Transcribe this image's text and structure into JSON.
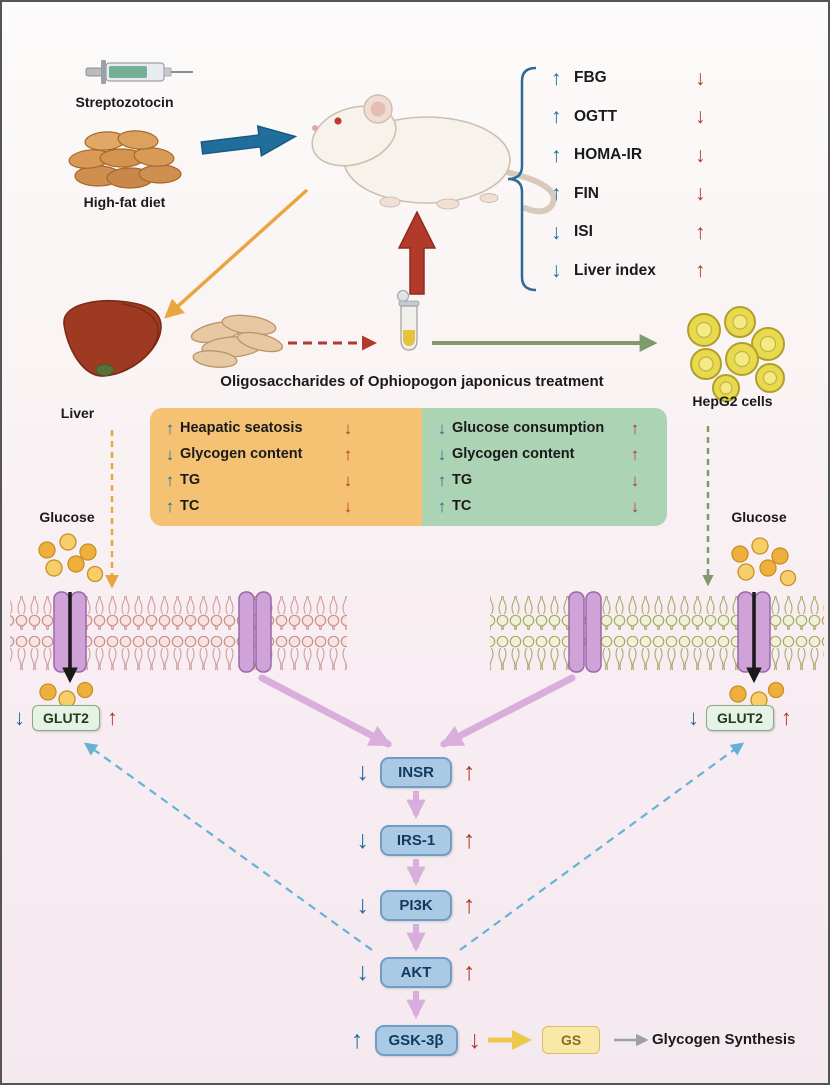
{
  "colors": {
    "increase_model_blue": "#1f6e9c",
    "change_treated_red": "#b23a2b",
    "liver_panel_bg": "#f5c274",
    "hepg2_panel_bg": "#abd3b4",
    "cascade_node_bg": "#a9c9e4",
    "glut2_box_bg": "#e6f2e6",
    "gs_box_bg": "#f8e9a8",
    "signal_arrow_pink": "#d9aedd",
    "feedback_dashed_blue": "#66b1d6",
    "liver_arrow_orange": "#e9a63f",
    "hepg2_arrow_green": "#7d9b6e"
  },
  "icons": {
    "syringe-icon": "svg",
    "high-fat-diet-icon": "svg",
    "mouse-icon": "svg",
    "liver-icon": "svg",
    "ophiopogon-roots-icon": "svg",
    "sample-tube-icon": "svg",
    "hepg2-cells-icon": "svg",
    "lipid-membrane": "svg-pattern",
    "glut2-transporter": "svg",
    "glucose-molecule": "svg-circle"
  },
  "top": {
    "streptozotocin_label": "Streptozotocin",
    "high_fat_label": "High-fat diet"
  },
  "markers": [
    {
      "label": "FBG",
      "model": "↑",
      "treated": "↓"
    },
    {
      "label": "OGTT",
      "model": "↑",
      "treated": "↓"
    },
    {
      "label": "HOMA-IR",
      "model": "↑",
      "treated": "↓"
    },
    {
      "label": "FIN",
      "model": "↑",
      "treated": "↓"
    },
    {
      "label": "ISI",
      "model": "↓",
      "treated": "↑"
    },
    {
      "label": "Liver index",
      "model": "↓",
      "treated": "↑"
    }
  ],
  "middle": {
    "treatment_caption": "Oligosaccharides of Ophiopogon japonicus treatment",
    "liver_label": "Liver",
    "hepg2_label": "HepG2 cells"
  },
  "liver_panel": {
    "rows": [
      {
        "label": "Heapatic seatosis",
        "model": "↑",
        "treated": "↓"
      },
      {
        "label": "Glycogen content",
        "model": "↓",
        "treated": "↑"
      },
      {
        "label": "TG",
        "model": "↑",
        "treated": "↓"
      },
      {
        "label": "TC",
        "model": "↑",
        "treated": "↓"
      }
    ]
  },
  "hepg2_panel": {
    "rows": [
      {
        "label": "Glucose consumption",
        "model": "↓",
        "treated": "↑"
      },
      {
        "label": "Glycogen content",
        "model": "↓",
        "treated": "↑"
      },
      {
        "label": "TG",
        "model": "↑",
        "treated": "↓"
      },
      {
        "label": "TC",
        "model": "↑",
        "treated": "↓"
      }
    ]
  },
  "membrane": {
    "glucose_left": "Glucose",
    "glucose_right": "Glucose",
    "glut2_left": {
      "label": "GLUT2",
      "model": "↓",
      "treated": "↑"
    },
    "glut2_right": {
      "label": "GLUT2",
      "model": "↓",
      "treated": "↑"
    }
  },
  "cascade": [
    {
      "label": "INSR",
      "model": "↓",
      "treated": "↑"
    },
    {
      "label": "IRS-1",
      "model": "↓",
      "treated": "↑"
    },
    {
      "label": "PI3K",
      "model": "↓",
      "treated": "↑"
    },
    {
      "label": "AKT",
      "model": "↓",
      "treated": "↑"
    },
    {
      "label": "GSK-3β",
      "model": "↑",
      "treated": "↓"
    }
  ],
  "gs": {
    "label": "GS"
  },
  "glycogen_synthesis_label": "Glycogen Synthesis"
}
